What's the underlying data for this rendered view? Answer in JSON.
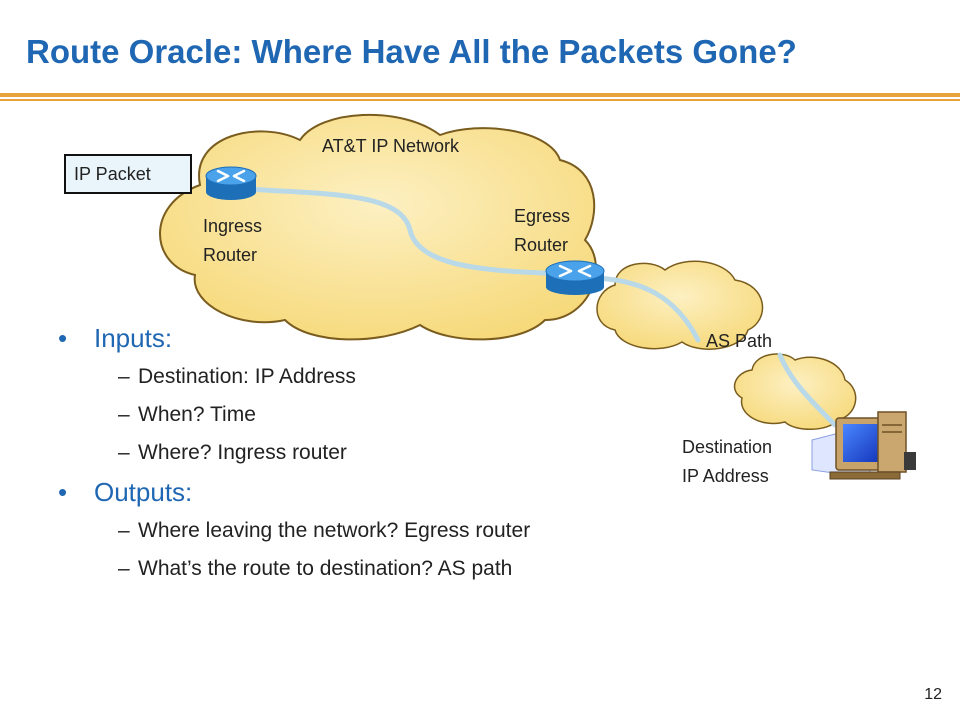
{
  "title": "Route Oracle: Where Have All the Packets Gone?",
  "diagram": {
    "network_label": "AT&T IP Network",
    "packet_label": "IP Packet",
    "ingress_label_line1": "Ingress",
    "ingress_label_line2": "Router",
    "egress_label_line1": "Egress",
    "egress_label_line2": "Router",
    "as_path_label": "AS Path",
    "destination_label_line1": "Destination",
    "destination_label_line2": "IP Address"
  },
  "bullets": [
    {
      "label": "Inputs:",
      "items": [
        "Destination: IP Address",
        "When? Time",
        "Where? Ingress router"
      ]
    },
    {
      "label": "Outputs:",
      "items": [
        "Where leaving the network? Egress router",
        "What’s the route to destination? AS path"
      ]
    }
  ],
  "page_number": "12",
  "colors": {
    "title": "#1f67b3",
    "rule": "#e8a33d",
    "cloud_fill": "#fbe7a4",
    "cloud_stroke": "#7a5d1e",
    "router": "#2b8ad8",
    "path": "#b9d9e8"
  },
  "icons": [
    "router-icon",
    "computer-icon"
  ]
}
